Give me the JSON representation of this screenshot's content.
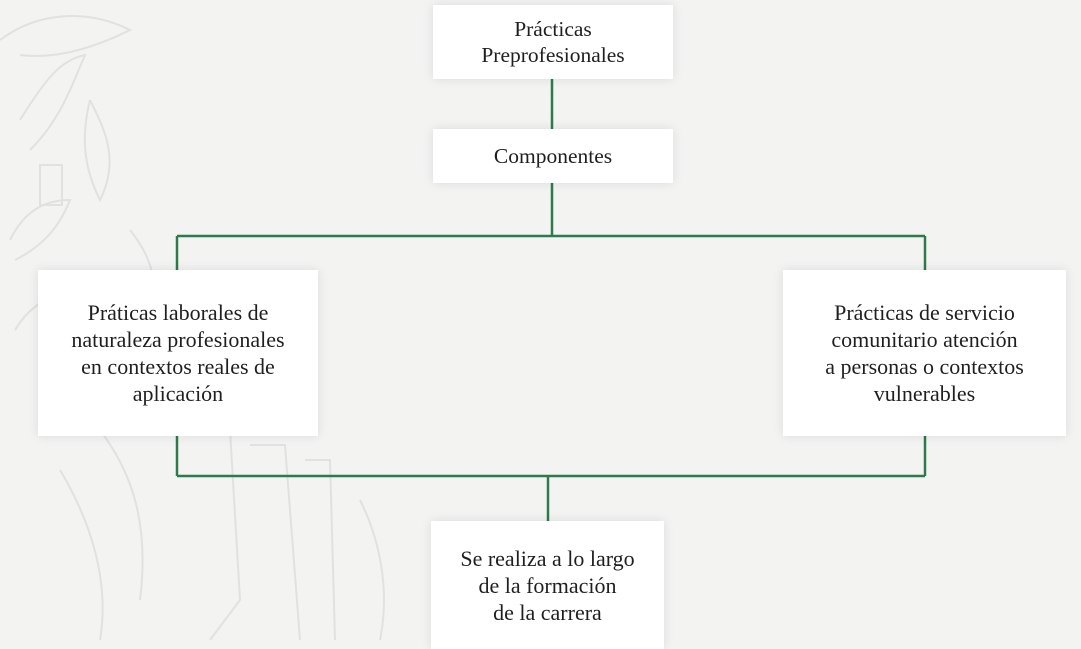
{
  "diagram": {
    "colors": {
      "connector": "#2e7a4b",
      "background": "#f3f3f2",
      "box": "#ffffff"
    },
    "nodes": {
      "top": "Prácticas\nPreprofesionales",
      "components": "Componentes",
      "left": "Práticas laborales de\nnaturaleza profesionales\nen contextos reales de\naplicación",
      "right": "Prácticas de servicio\ncomunitario atención\na personas o contextos\nvulnerables",
      "bottom": "Se realiza a lo largo\nde la formación\n de la carrera"
    }
  }
}
